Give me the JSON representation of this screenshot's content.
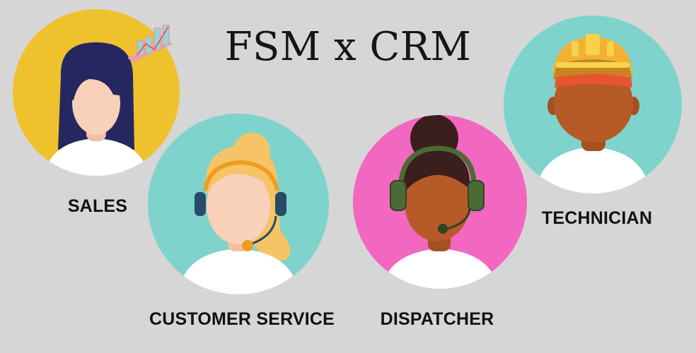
{
  "title": "FSM x CRM",
  "roles": {
    "sales": {
      "label": "SALES",
      "bg_color": "#efc12c"
    },
    "customer_service": {
      "label": "CUSTOMER SERVICE",
      "bg_color": "#7ed3cc"
    },
    "dispatcher": {
      "label": "DISPATCHER",
      "bg_color": "#f267bf"
    },
    "technician": {
      "label": "TECHNICIAN",
      "bg_color": "#7ed3cc"
    }
  },
  "colors": {
    "background": "#d6d6d6",
    "shirt": "#ffffff",
    "light_skin": "#f9d0b8",
    "dark_skin": "#b65a28",
    "hair_dark_blue": "#252860",
    "hair_blonde": "#f6c466",
    "hair_black": "#3a1f1c",
    "headset_green": "#4b6b34",
    "hard_hat": "#f2b133"
  }
}
